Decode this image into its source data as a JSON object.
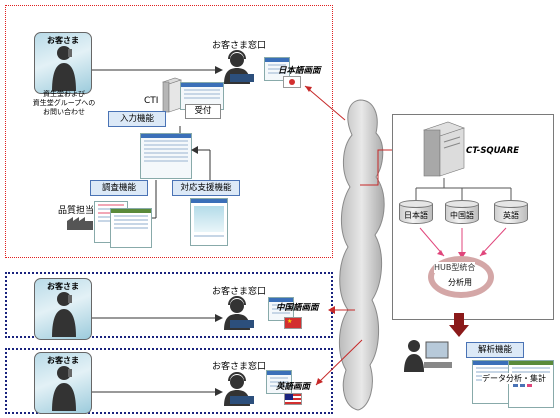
{
  "japan_panel": {
    "customer_title": "お客さま",
    "customer_sub": "資生堂および\n資生堂グループへの\nお問い合わせ",
    "window_label": "お客さま窓口",
    "screen_title": "日本語画面",
    "cti_label": "CTI",
    "reception_label": "受付",
    "input_func": "入力機能",
    "survey_func": "調査機能",
    "support_func": "対応支援機能",
    "quality_label": "品質担当"
  },
  "china_panel": {
    "customer_title": "お客さま",
    "window_label": "お客さま窓口",
    "screen_title": "中国語画面"
  },
  "us_panel": {
    "customer_title": "お客さま",
    "window_label": "お客さま窓口",
    "screen_title": "英語画面"
  },
  "server": {
    "name": "CT-SQUARE",
    "dbs": [
      "日本語",
      "中国語",
      "英語"
    ],
    "hub_label": "HUB型統合",
    "analysis_label": "分析用"
  },
  "analysis": {
    "func_label": "解析機能",
    "output_label": "データ分析・集計"
  },
  "colors": {
    "panel_red": "#e02020",
    "panel_blue": "#1a237e",
    "arrow_red": "#c62828",
    "arrow_pink": "#e0457b",
    "label_blue_bg": "#dce9f7",
    "analysis_arrow": "#8b1a1a"
  }
}
